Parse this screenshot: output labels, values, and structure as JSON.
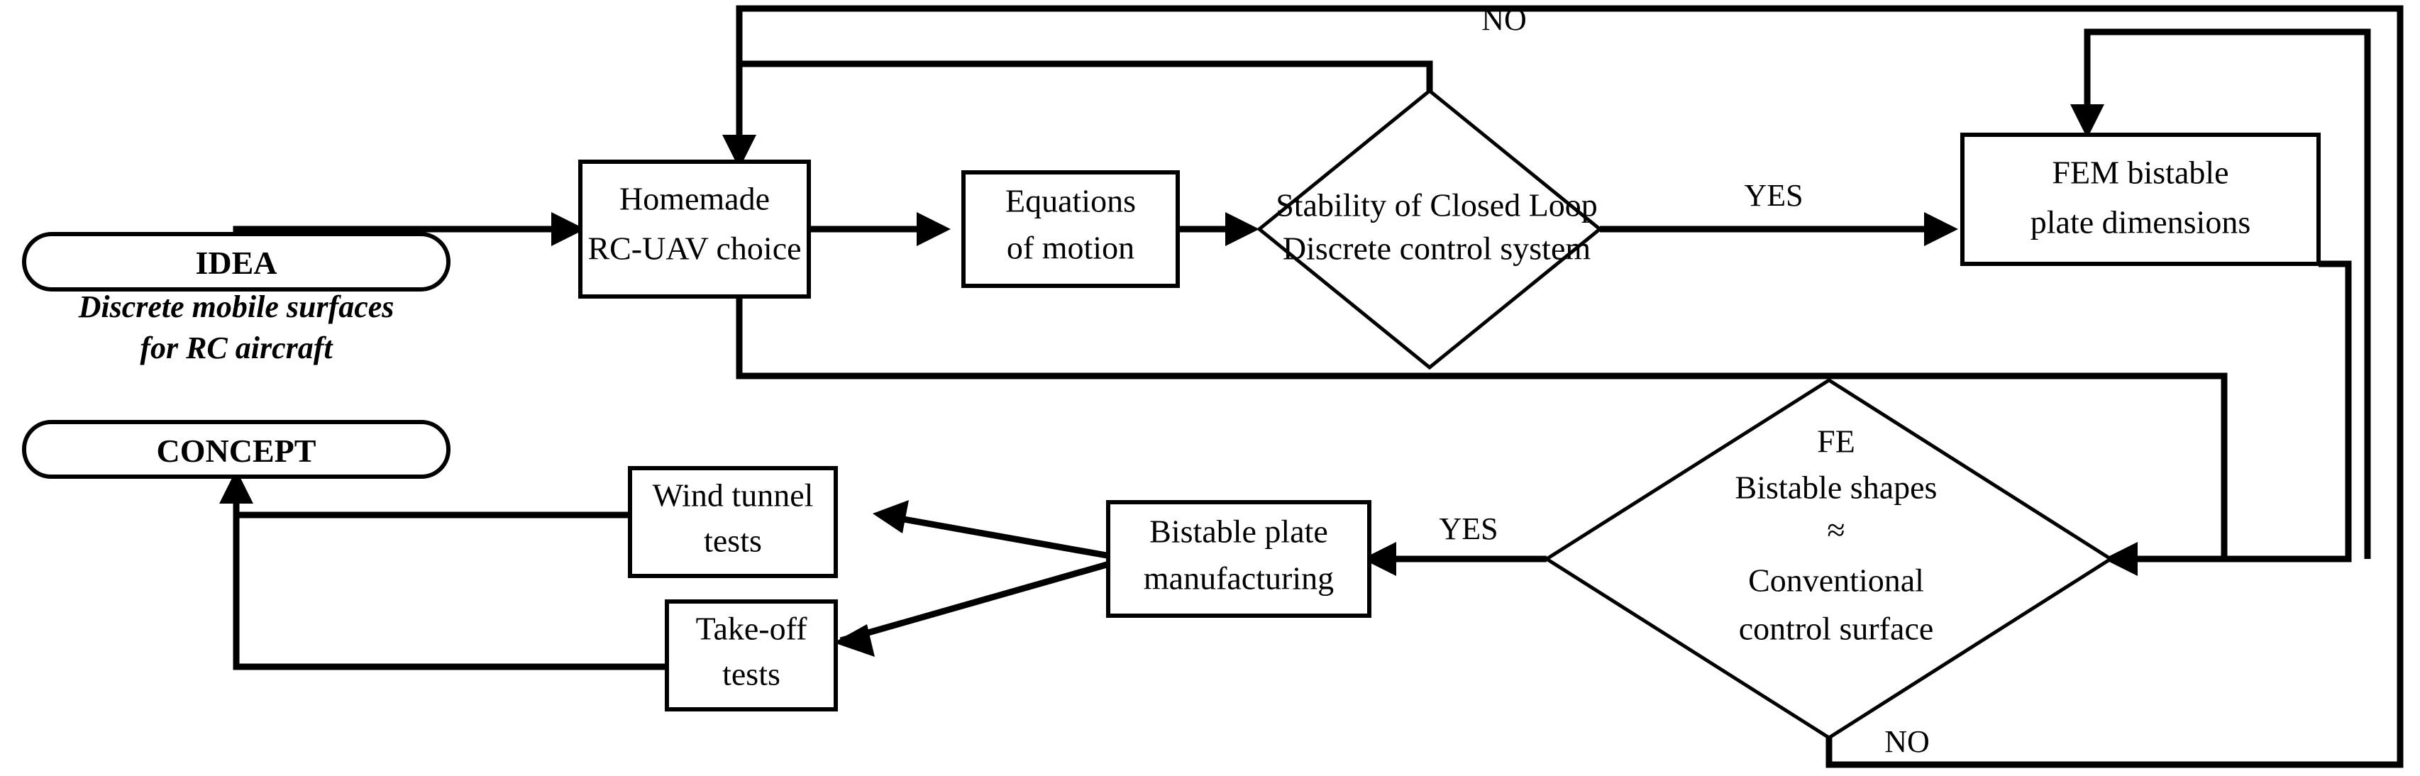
{
  "diagram": {
    "title": "Research methodology flowchart for discrete mobile surfaces on RC aircraft",
    "nodes": {
      "idea": {
        "label": "IDEA",
        "shape": "rounded-rectangle"
      },
      "idea_caption_line1": "Discrete mobile surfaces",
      "idea_caption_line2": "for RC aircraft",
      "concept": {
        "label": "CONCEPT",
        "shape": "rounded-rectangle"
      },
      "homemade": {
        "line1": "Homemade",
        "line2": "RC-UAV choice",
        "shape": "rectangle"
      },
      "equations": {
        "line1": "Equations",
        "line2": "of motion",
        "shape": "rectangle"
      },
      "stability": {
        "line1": "Stability of Closed Loop",
        "line2": "Discrete control system",
        "shape": "diamond"
      },
      "fem": {
        "line1": "FEM bistable",
        "line2": "plate dimensions",
        "shape": "rectangle"
      },
      "fe_compare": {
        "line1": "FE",
        "line2": "Bistable shapes",
        "line3": "≈",
        "line4": "Conventional",
        "line5": "control surface",
        "shape": "diamond"
      },
      "manufacturing": {
        "line1": "Bistable plate",
        "line2": "manufacturing",
        "shape": "rectangle"
      },
      "wind_tunnel": {
        "line1": "Wind tunnel",
        "line2": "tests",
        "shape": "rectangle"
      },
      "takeoff": {
        "line1": "Take-off",
        "line2": "tests",
        "shape": "rectangle"
      }
    },
    "edge_labels": {
      "stability_no": "NO",
      "stability_yes": "YES",
      "fe_yes": "YES",
      "fe_no": "NO"
    },
    "colors": {
      "stroke": "#000000",
      "fill": "#ffffff",
      "text": "#000000"
    }
  }
}
